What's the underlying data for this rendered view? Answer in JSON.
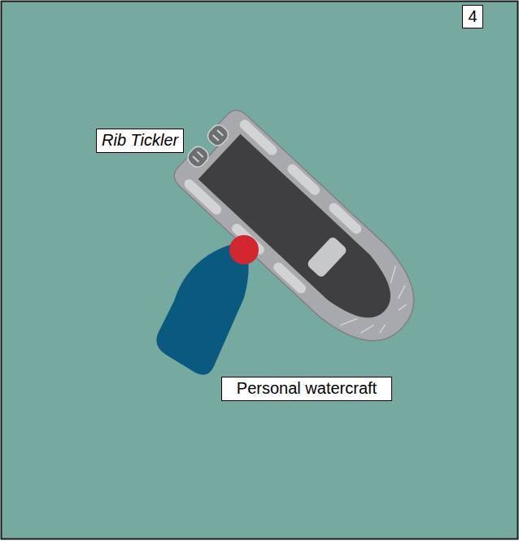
{
  "diagram": {
    "labels": [
      "4",
      "Rib Tickler",
      "Personal watercraft"
    ]
  }
}
